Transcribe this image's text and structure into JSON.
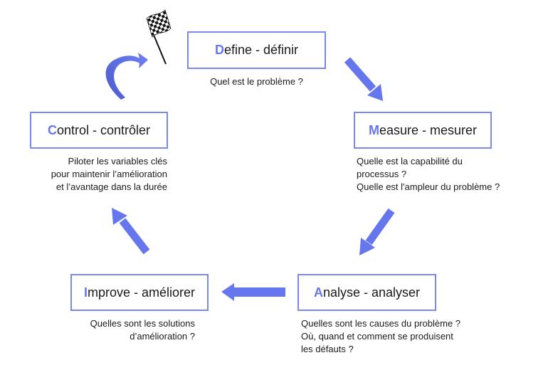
{
  "diagram": {
    "title": "DMAIC cycle",
    "accent_color": "#6677ee",
    "border_color": "#7a88f0",
    "arrow_color": "#6677ee",
    "start_icon": "checkered-flag-icon",
    "steps": [
      {
        "id": "define",
        "initial": "D",
        "label_rest": "efine - définir",
        "description": [
          "Quel est le problème ?"
        ]
      },
      {
        "id": "measure",
        "initial": "M",
        "label_rest": "easure - mesurer",
        "description": [
          "Quelle est la capabilité du",
          "processus ?",
          "Quelle est l'ampleur du problème ?"
        ]
      },
      {
        "id": "analyse",
        "initial": "A",
        "label_rest": "nalyse - analyser",
        "description": [
          "Quelles sont les causes du problème ?",
          "Où, quand et comment se produisent",
          "les défauts ?"
        ]
      },
      {
        "id": "improve",
        "initial": "I",
        "label_rest": "mprove - améliorer",
        "description": [
          "Quelles sont les solutions",
          "d’amélioration ?"
        ]
      },
      {
        "id": "control",
        "initial": "C",
        "label_rest": "ontrol - contrôler",
        "description": [
          "Piloter les variables clés",
          "pour maintenir l’amélioration",
          "et l’avantage dans la durée"
        ]
      }
    ],
    "flow": [
      {
        "from": "define",
        "to": "measure"
      },
      {
        "from": "measure",
        "to": "analyse"
      },
      {
        "from": "analyse",
        "to": "improve"
      },
      {
        "from": "improve",
        "to": "control"
      },
      {
        "from": "control",
        "to": "define"
      }
    ]
  }
}
